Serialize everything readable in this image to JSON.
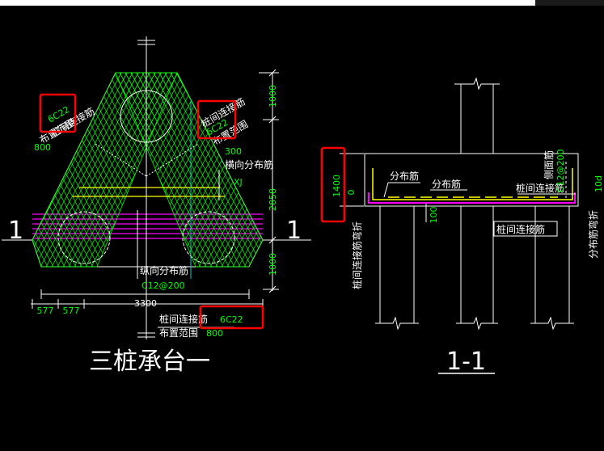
{
  "colors": {
    "background": "#000000",
    "frame": "#ffffff",
    "line": "#ffffff",
    "dim": "#00ff00",
    "text": "#ffffff",
    "green_text": "#00ff00",
    "hatch": "#00ff00",
    "magenta": "#ff00ff",
    "yellow": "#ffff00",
    "cyan": "#00cccc",
    "highlight": "#ff0000"
  },
  "plan": {
    "title": "三桩承台一",
    "section_mark_left": "1",
    "section_mark_right": "1",
    "left_note": {
      "label": "桩间连接筋",
      "spec": "6C22",
      "range_label": "布置范围",
      "range_value": "800"
    },
    "right_note": {
      "label": "桩间连接筋",
      "spec": "6C22",
      "range_label": "布置范围",
      "range_value": "300"
    },
    "bottom_note": {
      "label": "桩间连接筋",
      "spec": "6C22",
      "range_label": "布置范围",
      "range_value": "800"
    },
    "transverse_label": "横向分布筋",
    "transverse_spec": "XJ",
    "longitudinal_label": "纵向分布筋",
    "longitudinal_spec": "C12@200",
    "dims_vertical": [
      "1000",
      "2858",
      "1000"
    ],
    "dims_bottom": [
      "577",
      "577"
    ],
    "dim_total": "3300"
  },
  "section": {
    "title": "1-1",
    "dist_label_1": "分布筋",
    "dist_label_2": "分布筋",
    "tie_label_top": "桩间连接筋",
    "tie_label_bottom": "桩间连接筋",
    "tie_bend_label": "桩间连接筋弯折",
    "dist_bend_label": "分布筋弯折",
    "side_label": "侧面筋",
    "side_spec": "C12@200",
    "depth_dim": "1400",
    "zero_dim": "0",
    "embed_dim": "100",
    "bend_dim": "10d"
  }
}
